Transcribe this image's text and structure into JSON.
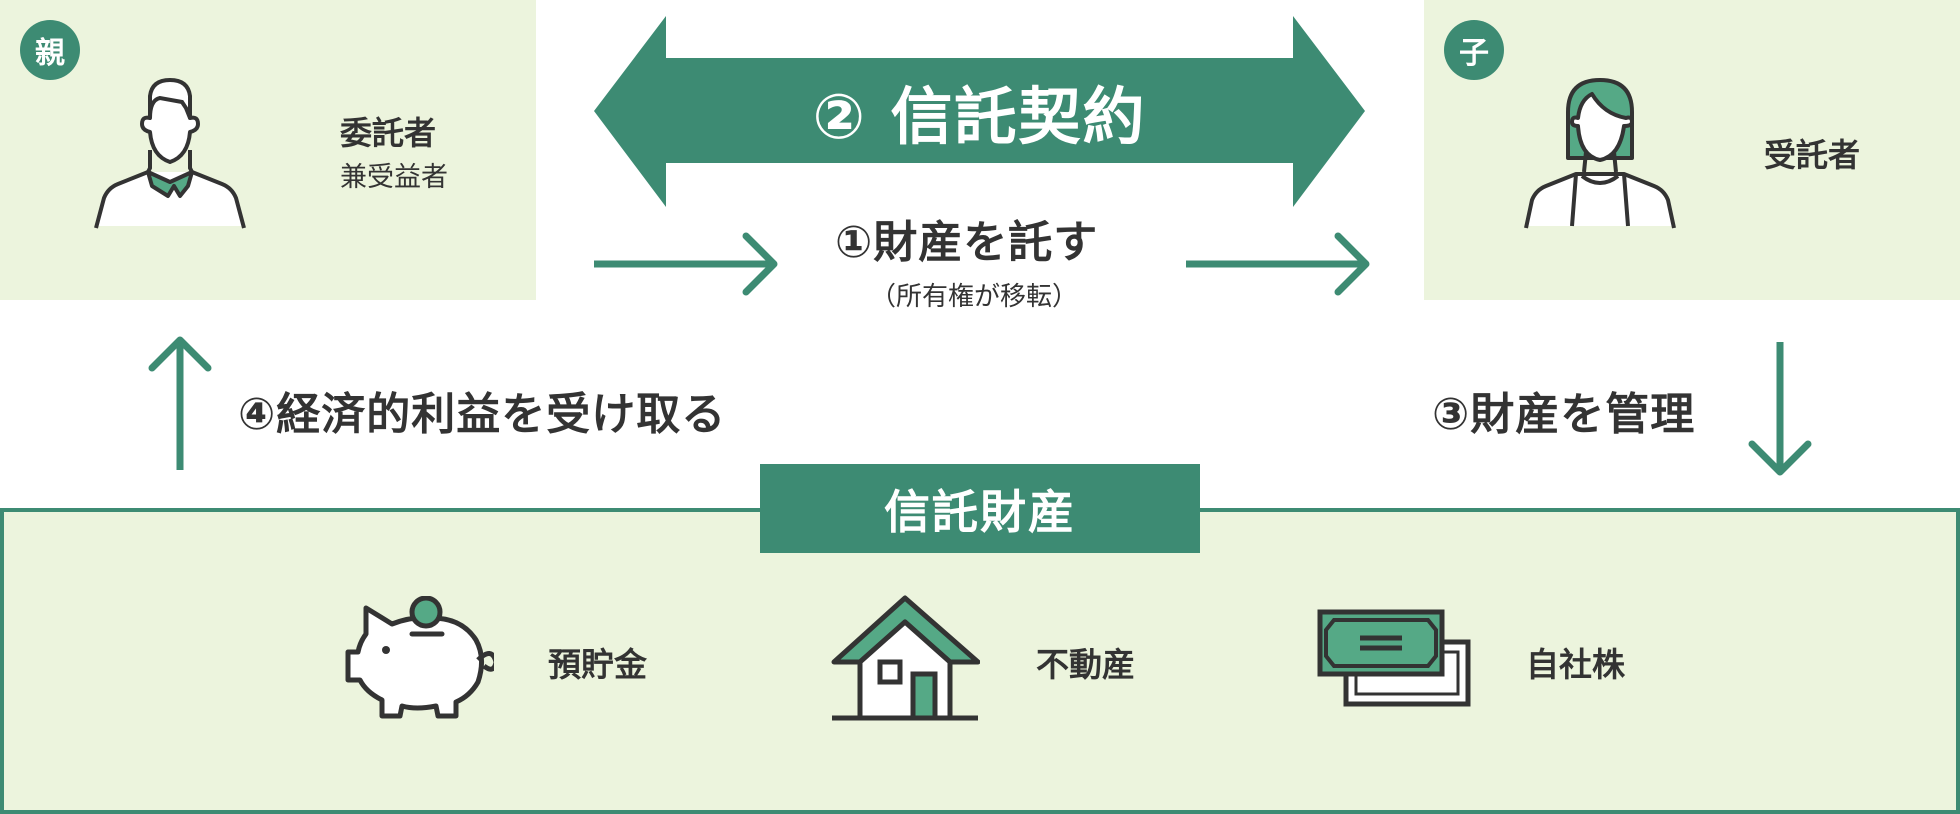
{
  "colors": {
    "primary_green": "#3d8b73",
    "accent_green": "#55a986",
    "panel_bg": "#ecf4dd",
    "text": "#333333"
  },
  "settlor": {
    "badge": "親",
    "title": "委託者",
    "subtitle": "兼受益者",
    "icon": "man-person-icon"
  },
  "trustee": {
    "badge": "子",
    "title": "受託者",
    "icon": "woman-person-icon"
  },
  "steps": {
    "contract": "② 信託契約",
    "entrust": "①財産を託す",
    "entrust_note": "（所有権が移転）",
    "manage": "③財産を管理",
    "benefit": "④経済的利益を受け取る"
  },
  "trust_property": {
    "title": "信託財産",
    "assets": [
      {
        "label": "預貯金",
        "icon": "piggy-bank-icon"
      },
      {
        "label": "不動産",
        "icon": "house-icon"
      },
      {
        "label": "自社株",
        "icon": "stock-certificate-icon"
      }
    ]
  }
}
